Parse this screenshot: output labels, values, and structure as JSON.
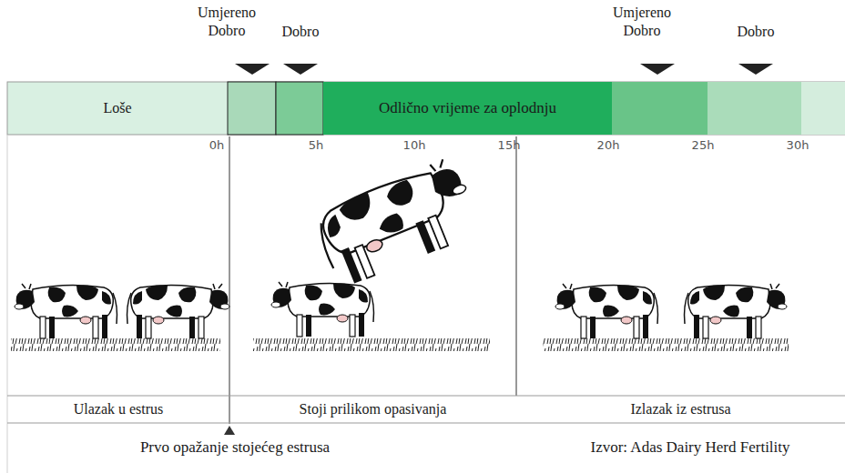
{
  "diagram": {
    "nodes": [
      {
        "text": [
          "Loše"
        ]
      },
      {
        "text": [
          "Odlično vrijeme za oplodnju"
        ]
      },
      {
        "text": [
          "Ulazak u estrus"
        ]
      },
      {
        "text": [
          "Stoji prilikom opasivanja"
        ]
      },
      {
        "text": [
          "Izlazak iz estrusa"
        ]
      }
    ],
    "labels": [
      "Umjereno Dobro",
      "Dobro",
      "Umjereno Dobro",
      "Dobro",
      "0h",
      "5h",
      "10h",
      "15h",
      "20h",
      "25h",
      "30h",
      "Prvo opažanje stojećeg estrusa",
      "Izvor: Adas Dairy Herd Fertility"
    ]
  }
}
